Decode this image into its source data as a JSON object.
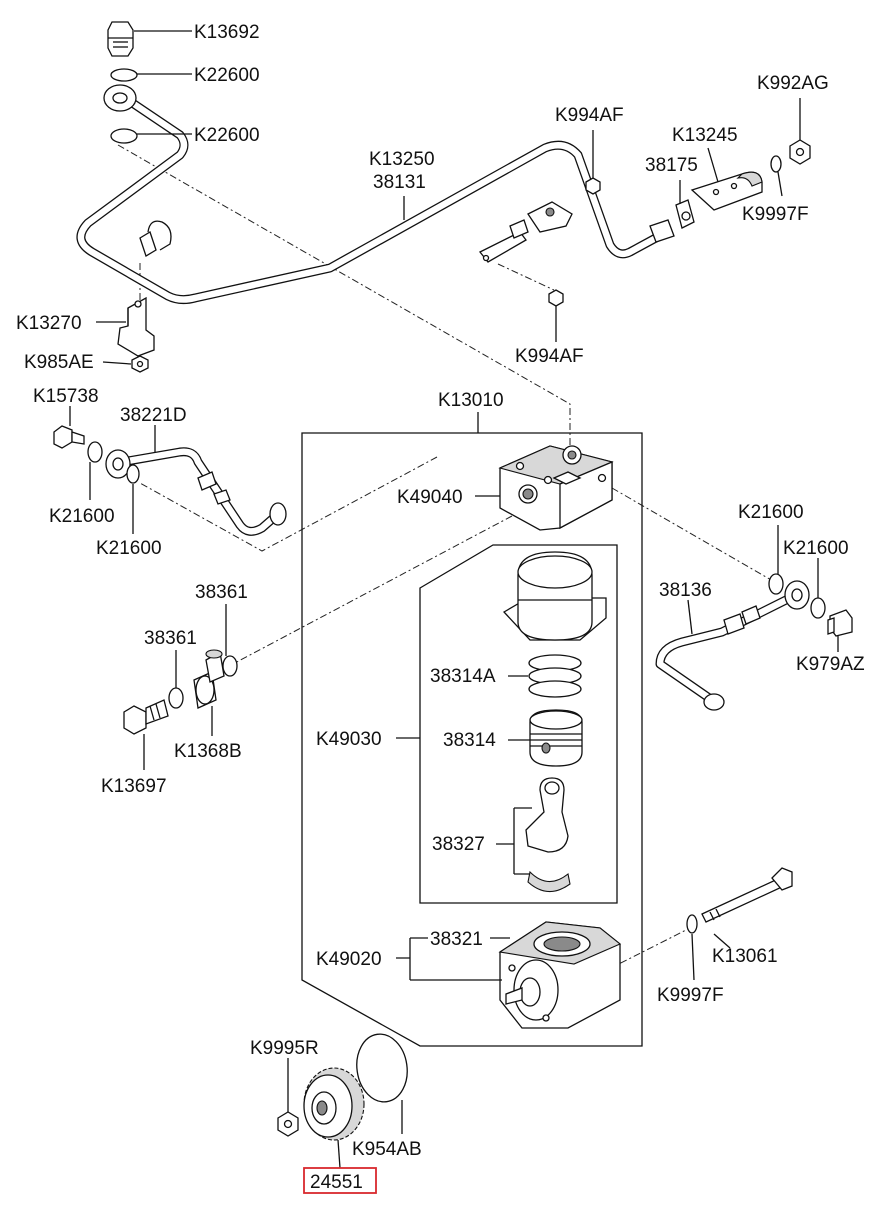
{
  "labels": {
    "k13692": "K13692",
    "k22600_a": "K22600",
    "k22600_b": "K22600",
    "k994af_top": "K994AF",
    "k992ag": "K992AG",
    "k13245": "K13245",
    "k13250": "K13250",
    "p38131": "38131",
    "p38175": "38175",
    "k9997f_top": "K9997F",
    "k13270": "K13270",
    "k985ae": "K985AE",
    "k994af_bottom": "K994AF",
    "k15738": "K15738",
    "p38221d": "38221D",
    "k13010": "K13010",
    "k49040": "K49040",
    "k21600_l1": "K21600",
    "k21600_l2": "K21600",
    "k21600_r1": "K21600",
    "k21600_r2": "K21600",
    "p38361_a": "38361",
    "p38361_b": "38361",
    "p38136": "38136",
    "k979az": "K979AZ",
    "p38314a": "38314A",
    "k49030": "K49030",
    "p38314": "38314",
    "k1368b": "K1368B",
    "k13697": "K13697",
    "p38327": "38327",
    "p38321": "38321",
    "k49020": "K49020",
    "k13061": "K13061",
    "k9997f_bottom": "K9997F",
    "k9995r": "K9995R",
    "k954ab": "K954AB",
    "p24551": "24551"
  },
  "highlight_color": "#d9292e",
  "line_color": "#111111"
}
